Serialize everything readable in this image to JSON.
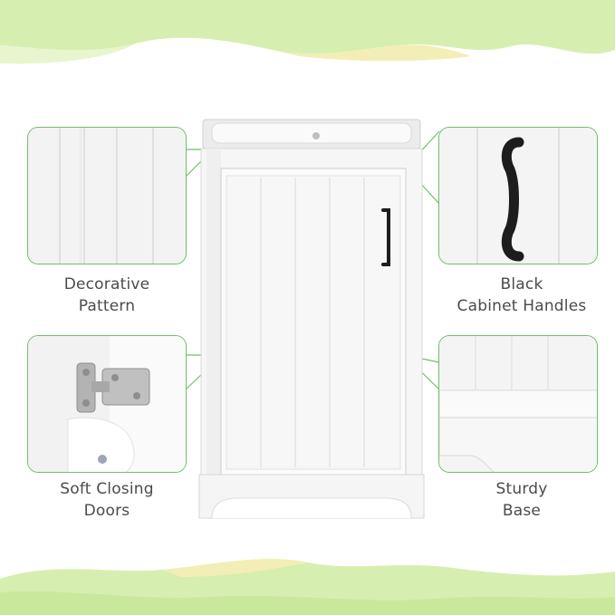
{
  "features": [
    {
      "id": "pattern",
      "line1": "Decorative",
      "line2": "Pattern"
    },
    {
      "id": "handles",
      "line1": "Black",
      "line2": "Cabinet Handles"
    },
    {
      "id": "doors",
      "line1": "Soft Closing",
      "line2": "Doors"
    },
    {
      "id": "base",
      "line1": "Sturdy",
      "line2": "Base"
    }
  ],
  "colors": {
    "accent_green": "#6fbf6a",
    "wave_light_green": "#d6efb0",
    "wave_yellow": "#f3eeb5",
    "text": "#4b4b4b",
    "cabinet_white": "#f7f7f7",
    "handle_black": "#1d1d1d"
  }
}
